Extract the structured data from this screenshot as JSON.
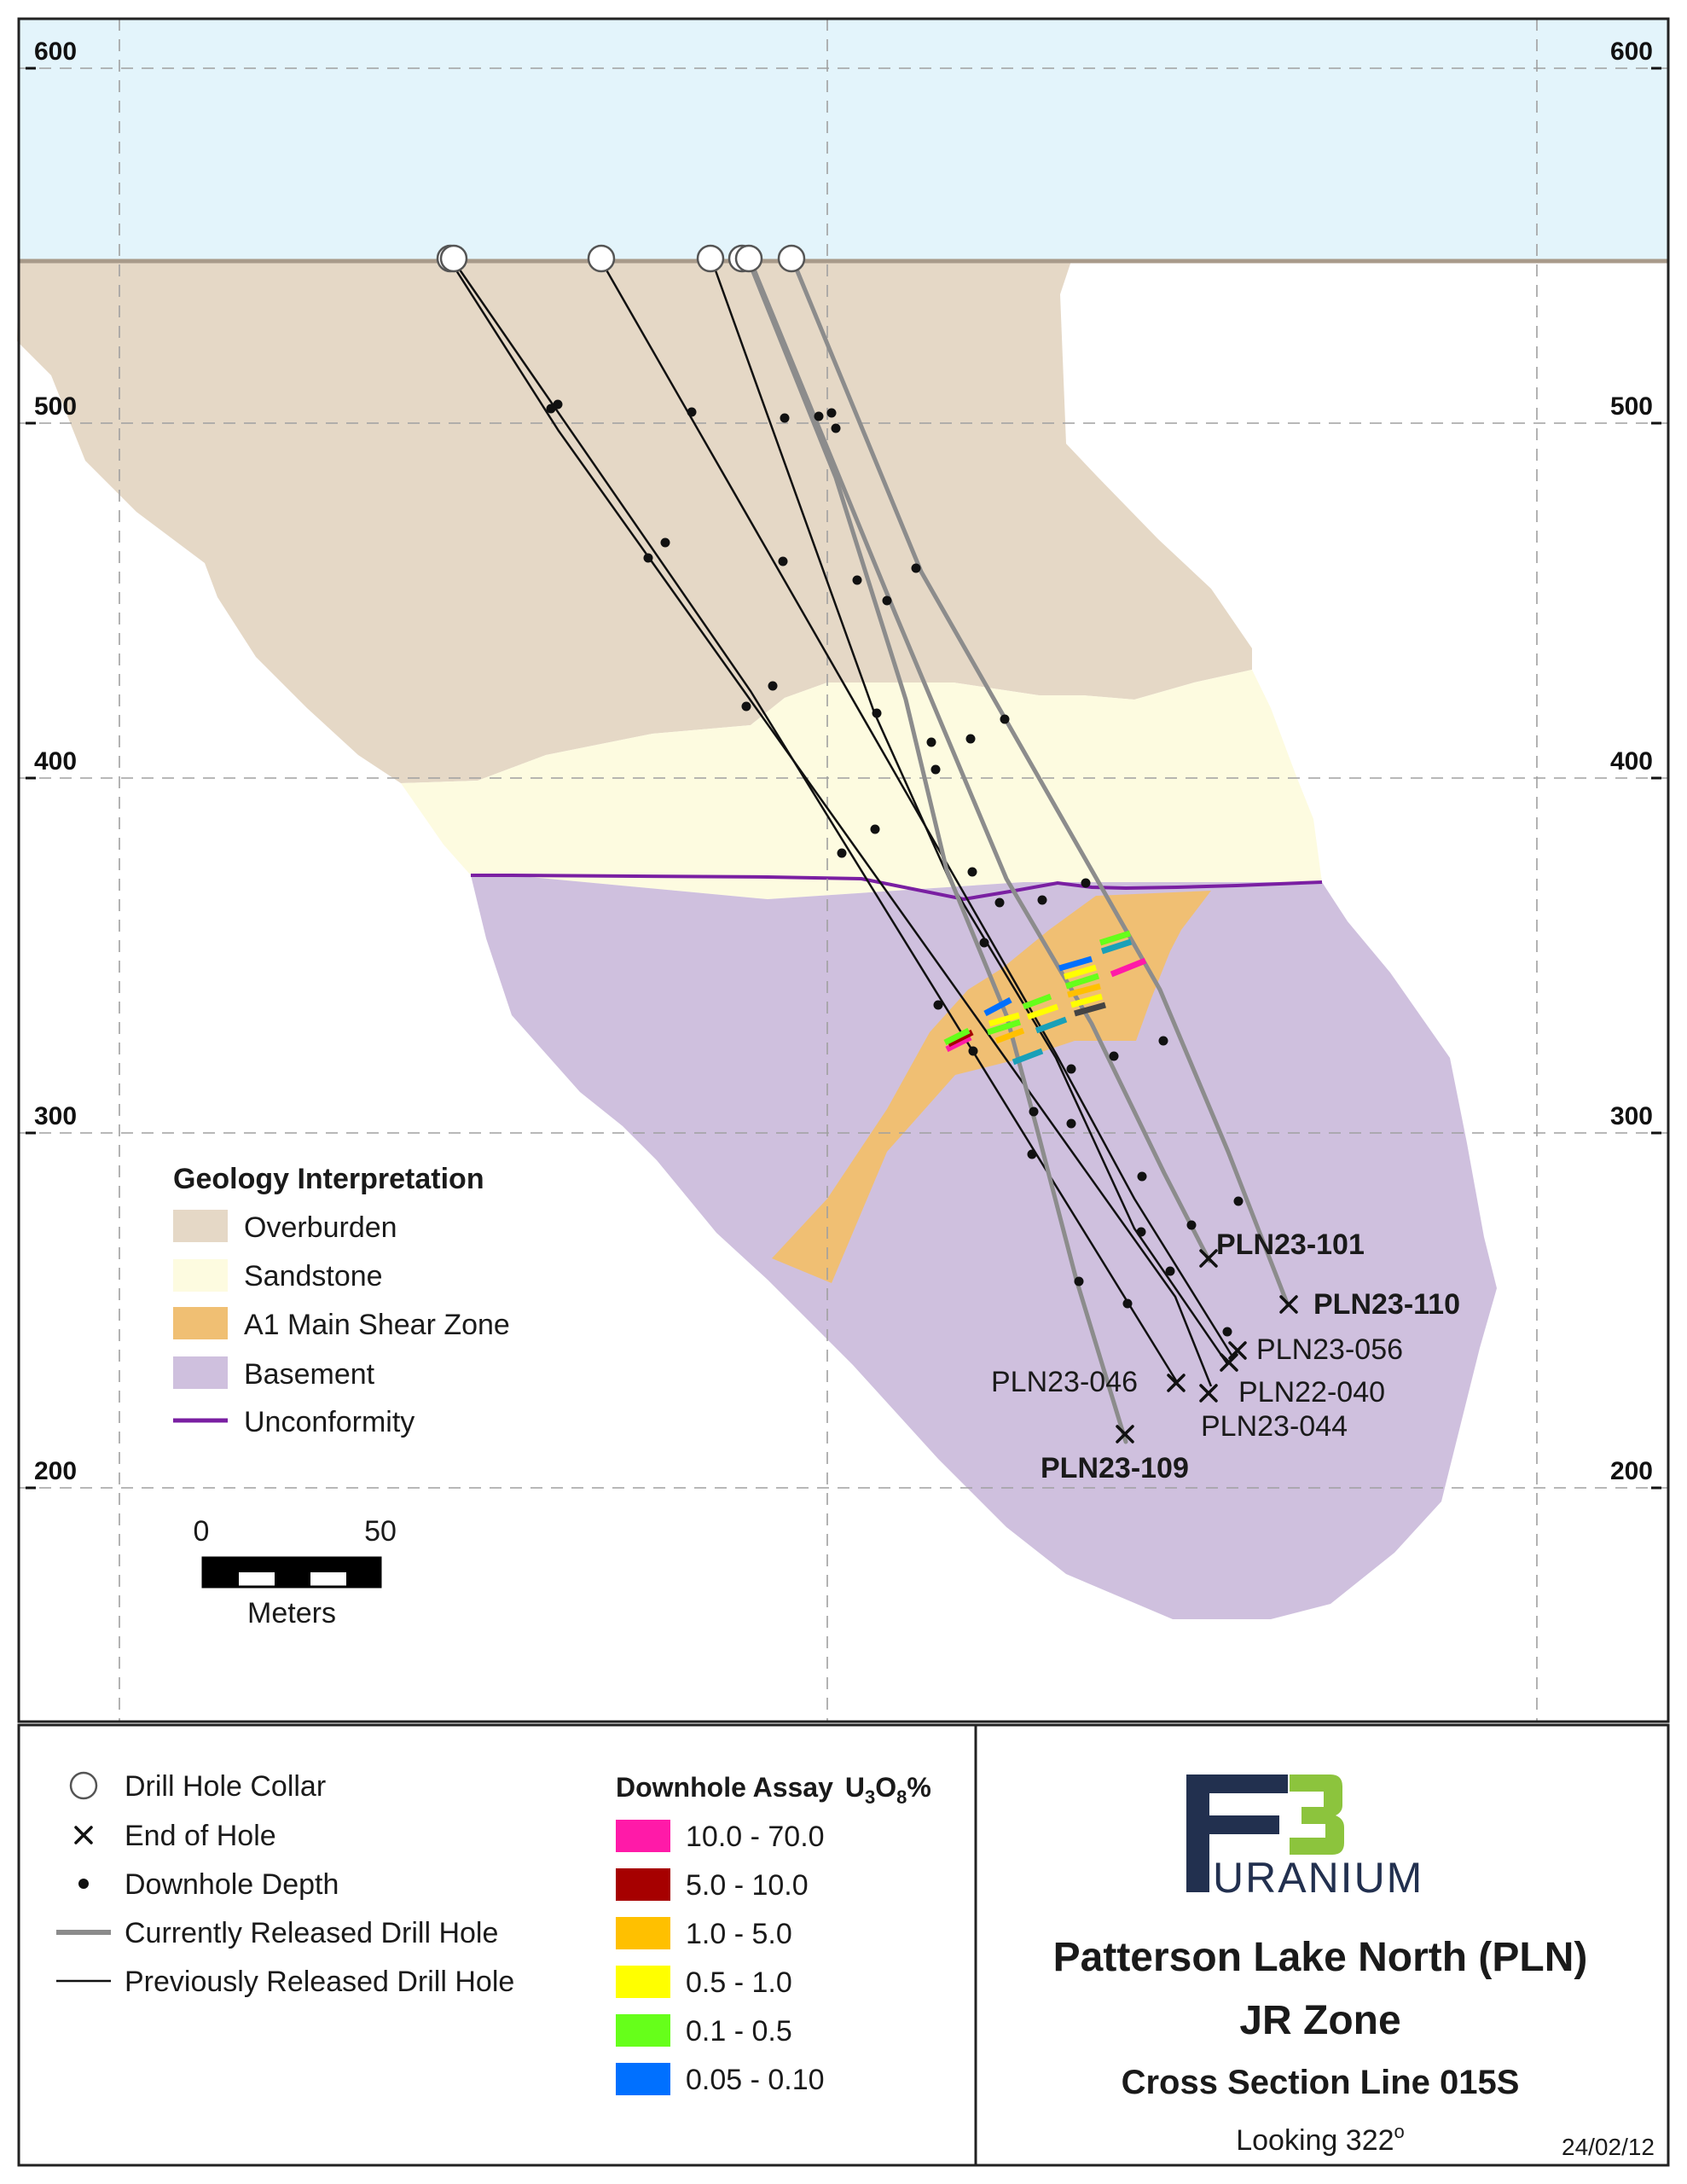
{
  "colors": {
    "air": "#e3f4fb",
    "overburden": "#e5d8c6",
    "sandstone": "#fdfbe0",
    "shear": "#f0bf73",
    "basement": "#cfc0de",
    "unconformity": "#7a1fa2",
    "current_hole": "#8c8c8c",
    "previous_hole": "#111111",
    "logo_navy": "#22304f",
    "logo_green": "#8cc43d"
  },
  "axes": {
    "elevation_ticks": [
      "600",
      "500",
      "400",
      "300",
      "200"
    ],
    "tick_values": [
      600,
      500,
      400,
      300,
      200
    ]
  },
  "geology_legend": {
    "title": "Geology Interpretation",
    "items": [
      {
        "label": "Overburden",
        "color": "#e5d8c6"
      },
      {
        "label": "Sandstone",
        "color": "#fdfbe0"
      },
      {
        "label": "A1 Main Shear Zone",
        "color": "#f0bf73"
      },
      {
        "label": "Basement",
        "color": "#cfc0de"
      }
    ],
    "line_item": {
      "label": "Unconformity",
      "color": "#7a1fa2"
    }
  },
  "scale_bar": {
    "start": "0",
    "end": "50",
    "unit": "Meters"
  },
  "drill_holes": [
    {
      "label": "PLN23-101",
      "bold": true
    },
    {
      "label": "PLN23-110",
      "bold": true
    },
    {
      "label": "PLN23-056",
      "bold": false
    },
    {
      "label": "PLN22-040",
      "bold": false
    },
    {
      "label": "PLN23-046",
      "bold": false
    },
    {
      "label": "PLN23-044",
      "bold": false
    },
    {
      "label": "PLN23-109",
      "bold": true
    }
  ],
  "symbol_legend": [
    {
      "label": "Drill Hole Collar",
      "icon": "circle-icon"
    },
    {
      "label": "End of Hole",
      "icon": "x-icon"
    },
    {
      "label": "Downhole Depth",
      "icon": "dot-icon"
    },
    {
      "label": "Currently Released Drill Hole",
      "icon": "grey-line-icon"
    },
    {
      "label": "Previously Released Drill Hole",
      "icon": "black-line-icon"
    }
  ],
  "assay_legend": {
    "title": "Downhole Assay",
    "unit": "U",
    "unit_sub1": "3",
    "unit_mid": "O",
    "unit_sub2": "8",
    "unit_suffix": "%",
    "items": [
      {
        "label": "10.0 - 70.0",
        "color": "#ff1aa8"
      },
      {
        "label": "5.0 - 10.0",
        "color": "#a60000"
      },
      {
        "label": "1.0 - 5.0",
        "color": "#ffc000"
      },
      {
        "label": "0.5 - 1.0",
        "color": "#ffff00"
      },
      {
        "label": "0.1 - 0.5",
        "color": "#66ff1a"
      },
      {
        "label": "0.05 - 0.10",
        "color": "#0070ff"
      }
    ]
  },
  "logo": {
    "mark": "F3",
    "text": "URANIUM"
  },
  "title_block": {
    "line1": "Patterson Lake North (PLN)",
    "line2": "JR Zone",
    "line3": "Cross Section Line 015S",
    "looking_prefix": "Looking 322",
    "looking_deg": "o",
    "date": "24/02/12"
  }
}
